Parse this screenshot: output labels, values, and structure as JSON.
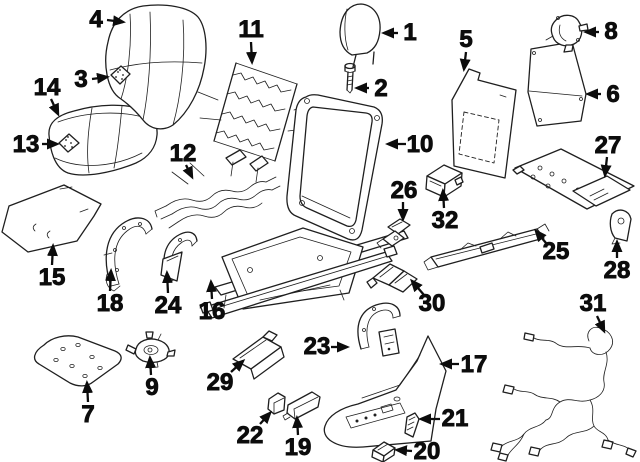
{
  "diagram": {
    "type": "exploded-parts-diagram",
    "background": "#ffffff",
    "line_color": "#1f1f1f",
    "callout_color": "#0c0c0c",
    "callouts": [
      {
        "n": "1",
        "part": "headrest",
        "label": [
          410,
          32
        ],
        "arrow": [
          398,
          33,
          384,
          33
        ]
      },
      {
        "n": "2",
        "part": "headrest-guide-bolt",
        "label": [
          381,
          88
        ],
        "arrow": [
          369,
          88,
          357,
          88
        ]
      },
      {
        "n": "3",
        "part": "seatback-heater-pad",
        "label": [
          81,
          79
        ],
        "arrow": [
          92,
          79,
          107,
          77
        ]
      },
      {
        "n": "4",
        "part": "seatback-cushion",
        "label": [
          96,
          19
        ],
        "arrow": [
          107,
          20,
          123,
          22
        ]
      },
      {
        "n": "5",
        "part": "seatback-panel",
        "label": [
          466,
          39
        ],
        "arrow": [
          466,
          52,
          464,
          69
        ]
      },
      {
        "n": "6",
        "part": "seatback-board",
        "label": [
          613,
          94
        ],
        "arrow": [
          601,
          94,
          588,
          94
        ]
      },
      {
        "n": "7",
        "part": "floor-panel",
        "label": [
          88,
          414
        ],
        "arrow": [
          88,
          402,
          87,
          383
        ]
      },
      {
        "n": "8",
        "part": "recliner-motor",
        "label": [
          611,
          31
        ],
        "arrow": [
          599,
          32,
          586,
          32
        ]
      },
      {
        "n": "9",
        "part": "gear-motor",
        "label": [
          152,
          387
        ],
        "arrow": [
          151,
          375,
          150,
          358
        ]
      },
      {
        "n": "10",
        "part": "seatback-frame",
        "label": [
          420,
          144
        ],
        "arrow": [
          406,
          144,
          388,
          144
        ]
      },
      {
        "n": "11",
        "part": "seatback-spring-mat",
        "label": [
          251,
          29
        ],
        "arrow": [
          251,
          42,
          252,
          62
        ]
      },
      {
        "n": "12",
        "part": "cushion-spring-frame",
        "label": [
          183,
          153
        ],
        "arrow": [
          186,
          165,
          192,
          177
        ]
      },
      {
        "n": "13",
        "part": "cushion-heater-pad",
        "label": [
          26,
          144
        ],
        "arrow": [
          42,
          144,
          57,
          144
        ]
      },
      {
        "n": "14",
        "part": "seat-cushion",
        "label": [
          47,
          87
        ],
        "arrow": [
          51,
          99,
          58,
          114
        ]
      },
      {
        "n": "15",
        "part": "floor-carpet",
        "label": [
          52,
          277
        ],
        "arrow": [
          52,
          265,
          53,
          246
        ]
      },
      {
        "n": "16",
        "part": "seat-adjuster-frame",
        "label": [
          212,
          311
        ],
        "arrow": [
          212,
          299,
          211,
          282
        ]
      },
      {
        "n": "17",
        "part": "side-shield",
        "label": [
          474,
          364
        ],
        "arrow": [
          459,
          364,
          442,
          364
        ]
      },
      {
        "n": "18",
        "part": "recliner-cover-inner",
        "label": [
          110,
          303
        ],
        "arrow": [
          110,
          291,
          111,
          271
        ]
      },
      {
        "n": "19",
        "part": "switch-housing",
        "label": [
          298,
          447
        ],
        "arrow": [
          298,
          435,
          297,
          418
        ]
      },
      {
        "n": "20",
        "part": "switch-knob-front",
        "label": [
          427,
          451
        ],
        "arrow": [
          412,
          451,
          397,
          450
        ]
      },
      {
        "n": "21",
        "part": "switch-knob-rear",
        "label": [
          455,
          418
        ],
        "arrow": [
          440,
          419,
          421,
          419
        ]
      },
      {
        "n": "22",
        "part": "harness-clip",
        "label": [
          250,
          435
        ],
        "arrow": [
          260,
          424,
          270,
          413
        ]
      },
      {
        "n": "23",
        "part": "side-member",
        "label": [
          317,
          346
        ],
        "arrow": [
          331,
          347,
          347,
          347
        ]
      },
      {
        "n": "24",
        "part": "recliner-cover-outer",
        "label": [
          168,
          305
        ],
        "arrow": [
          168,
          293,
          167,
          273
        ]
      },
      {
        "n": "25",
        "part": "slide-rail",
        "label": [
          556,
          251
        ],
        "arrow": [
          546,
          243,
          536,
          231
        ]
      },
      {
        "n": "26",
        "part": "rail-bracket",
        "label": [
          404,
          190
        ],
        "arrow": [
          403,
          202,
          403,
          219
        ]
      },
      {
        "n": "27",
        "part": "track-assembly",
        "label": [
          608,
          145
        ],
        "arrow": [
          607,
          157,
          605,
          175
        ]
      },
      {
        "n": "28",
        "part": "track-bracket",
        "label": [
          617,
          270
        ],
        "arrow": [
          617,
          258,
          617,
          242
        ]
      },
      {
        "n": "29",
        "part": "floor-bracket",
        "label": [
          220,
          382
        ],
        "arrow": [
          231,
          372,
          243,
          361
        ]
      },
      {
        "n": "30",
        "part": "rear-bracket",
        "label": [
          432,
          303
        ],
        "arrow": [
          424,
          295,
          412,
          281
        ]
      },
      {
        "n": "31",
        "part": "wiring-harness",
        "label": [
          593,
          303
        ],
        "arrow": [
          597,
          316,
          604,
          331
        ]
      },
      {
        "n": "32",
        "part": "control-module",
        "label": [
          445,
          220
        ],
        "arrow": [
          444,
          208,
          443,
          191
        ]
      }
    ]
  }
}
